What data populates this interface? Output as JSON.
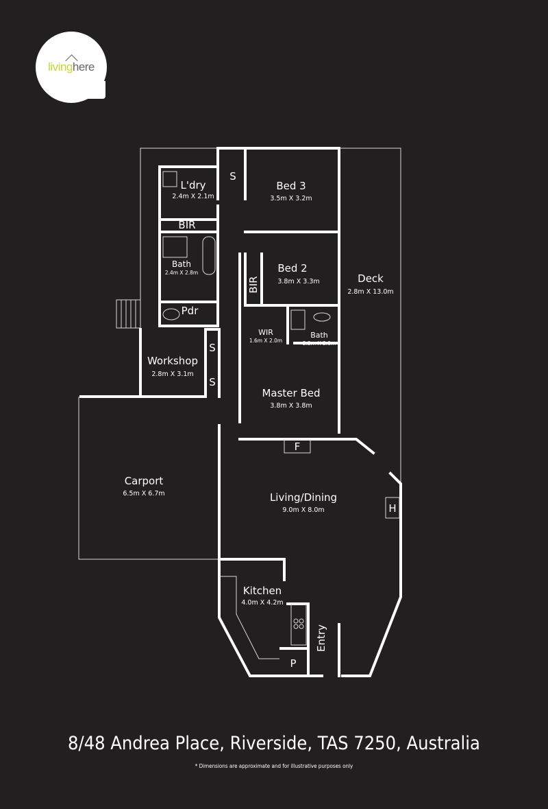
{
  "logo": {
    "text_part1": "living",
    "text_part2": "here"
  },
  "rooms": {
    "laundry": {
      "name": "L'dry",
      "dim": "2.4m X 2.1m"
    },
    "store1": {
      "name": "S"
    },
    "bed3": {
      "name": "Bed 3",
      "dim": "3.5m X 3.2m"
    },
    "bir1": {
      "name": "BIR"
    },
    "bath1": {
      "name": "Bath",
      "dim": "2.4m X 2.8m"
    },
    "bed2": {
      "name": "Bed 2",
      "dim": "3.8m X 3.3m"
    },
    "bir2": {
      "name": "BIR"
    },
    "deck": {
      "name": "Deck",
      "dim": "2.8m X 13.0m"
    },
    "powder": {
      "name": "Pdr"
    },
    "wir": {
      "name": "WIR",
      "dim": "1.6m X 2.0m"
    },
    "ensuite": {
      "name": "Bath",
      "dim": "2.2m X 2.0m"
    },
    "store2": {
      "name": "S"
    },
    "store3": {
      "name": "S"
    },
    "workshop": {
      "name": "Workshop",
      "dim": "2.8m X 3.1m"
    },
    "master": {
      "name": "Master Bed",
      "dim": "3.8m X 3.8m"
    },
    "fireplace": {
      "name": "F"
    },
    "carport": {
      "name": "Carport",
      "dim": "6.5m X 6.7m"
    },
    "living": {
      "name": "Living/Dining",
      "dim": "9.0m X 8.0m"
    },
    "heater": {
      "name": "H"
    },
    "kitchen": {
      "name": "Kitchen",
      "dim": "4.0m X 4.2m"
    },
    "entry": {
      "name": "Entry"
    },
    "pantry": {
      "name": "P"
    }
  },
  "footer": {
    "address": "8/48 Andrea Place, Riverside, TAS 7250, Australia",
    "disclaimer": "* Dimensions are approximate and for illustrative purposes only"
  }
}
